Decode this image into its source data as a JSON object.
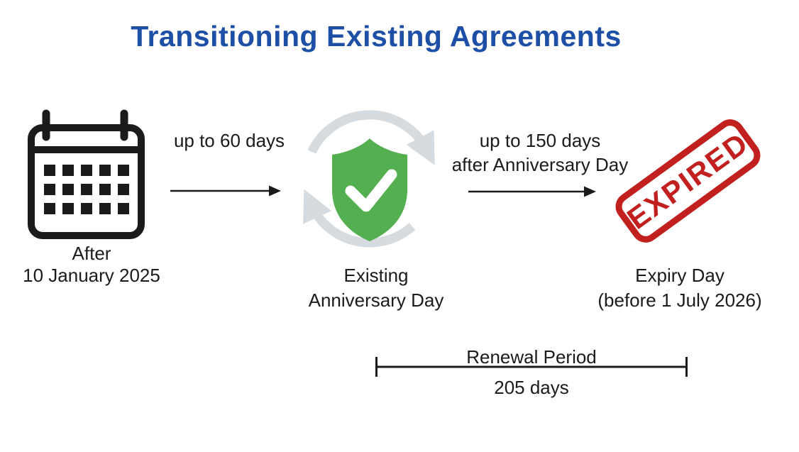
{
  "title": "Transitioning Existing Agreements",
  "stages": {
    "start": {
      "line1": "After",
      "line2": "10 January 2025",
      "icon": "calendar-icon"
    },
    "anniversary": {
      "line1": "Existing",
      "line2": "Anniversary Day",
      "icon": "shield-check-renewal-icon"
    },
    "expiry": {
      "line1": "Expiry Day",
      "line2": "(before 1 July 2026)",
      "icon": "expired-stamp"
    }
  },
  "arrows": {
    "first": {
      "line1": "up to 60 days"
    },
    "second": {
      "line1": "up to 150 days",
      "line2": "after Anniversary Day"
    }
  },
  "stamp": {
    "text": "EXPIRED"
  },
  "renewal_period": {
    "label": "Renewal Period",
    "duration": "205 days"
  },
  "colors": {
    "title_blue": "#1d4fa6",
    "ink_black": "#1b1b1b",
    "shield_green": "#54af51",
    "check_white": "#ffffff",
    "renewal_gray": "#d5dbde",
    "stamp_red": "#c1201e"
  }
}
